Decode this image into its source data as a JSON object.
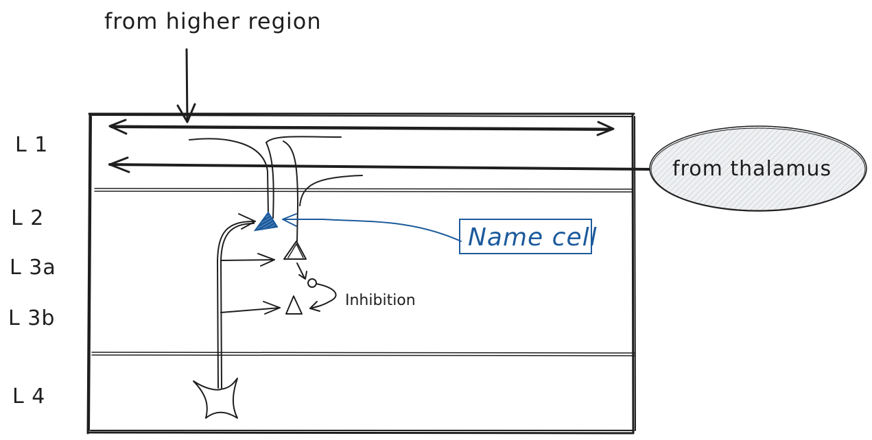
{
  "top_label": "from higher region",
  "thalamus_label": "from thalamus",
  "name_cell_label": "Name cell",
  "inhibition_label": "Inhibition",
  "layers": [
    {
      "label": "L 1"
    },
    {
      "label": "L 2"
    },
    {
      "label": "L 3a"
    },
    {
      "label": "L 3b"
    },
    {
      "label": "L 4"
    }
  ],
  "colors": {
    "ink": "#1e1e1e",
    "accent_blue": "#1c5a9c",
    "thalamus_fill": "#e9ecef"
  }
}
